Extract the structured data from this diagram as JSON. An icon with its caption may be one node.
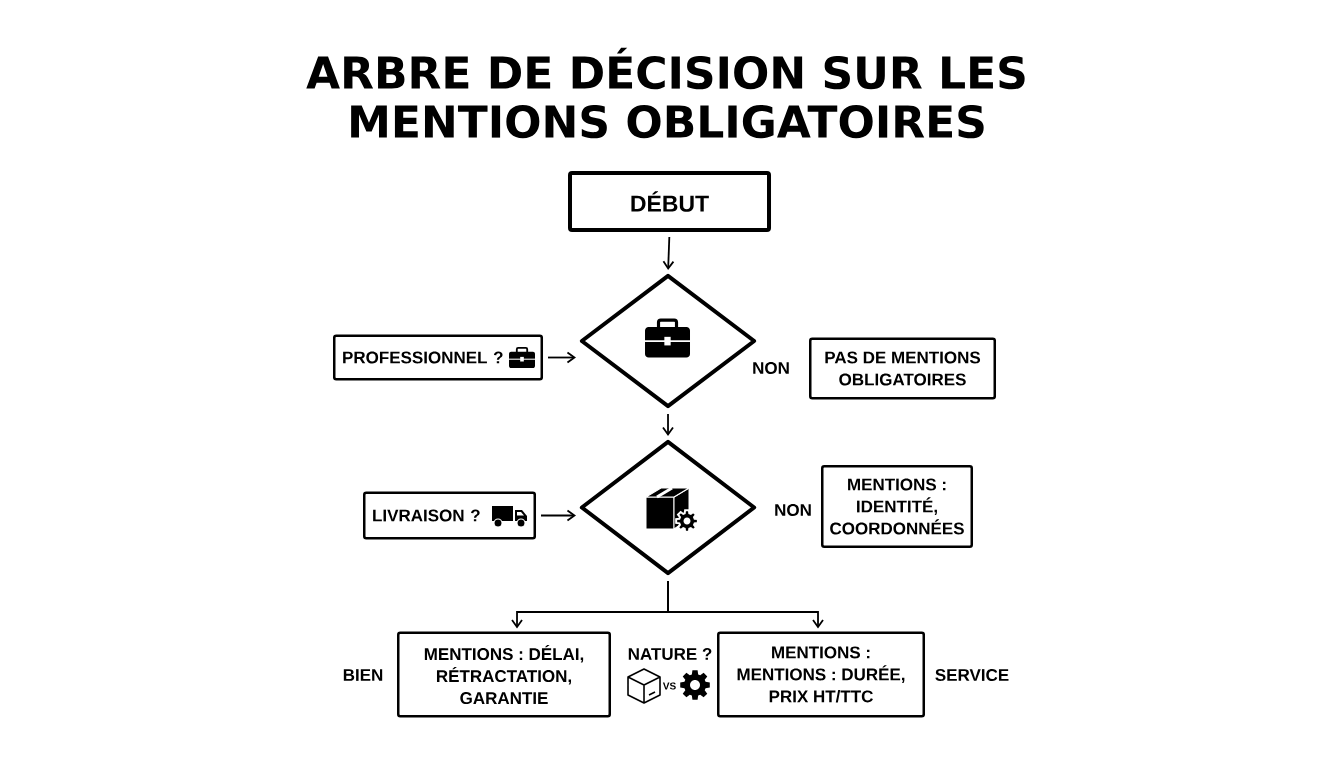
{
  "diagram": {
    "title": "ARBRE DE DÉCISION SUR LES MENTIONS OBLIGATOIRES",
    "nodes": [
      {
        "text": [
          "DÉBUT"
        ]
      },
      {
        "text": [
          "PROFESSIONNEL ?"
        ]
      },
      {
        "text": [],
        "shape": "diamond"
      },
      {
        "text": [
          "PAS DE MENTIONS OBLIGATOIRES"
        ]
      },
      {
        "text": [
          "LIVRAISON ?"
        ]
      },
      {
        "text": [],
        "shape": "diamond"
      },
      {
        "text": [
          "MENTIONS : IDENTITÉ, COORDONNÉES"
        ]
      },
      {
        "text": [
          "MENTIONS : DÉLAI, RÉTRACTATION, GARANTIE"
        ],
        "beside": [
          "BIEN"
        ]
      },
      {
        "text": [
          "MENTIONS : MENTIONS : DURÉE, PRIX HT/TTC"
        ],
        "beside": [
          "SERVICE"
        ]
      }
    ],
    "edges": [
      {
        "from": 0,
        "to": 2,
        "arrow": "to"
      },
      {
        "from": 1,
        "to": 2,
        "arrow": "to"
      },
      {
        "from": 2,
        "to": 5,
        "arrow": "to"
      },
      {
        "from": 4,
        "to": 5,
        "arrow": "to"
      },
      {
        "from": 5,
        "to": 7,
        "arrow": "to"
      },
      {
        "from": 5,
        "to": 8,
        "arrow": "to"
      }
    ],
    "labels": [
      "NON",
      "NON",
      "NATURE ?",
      "VS"
    ]
  }
}
